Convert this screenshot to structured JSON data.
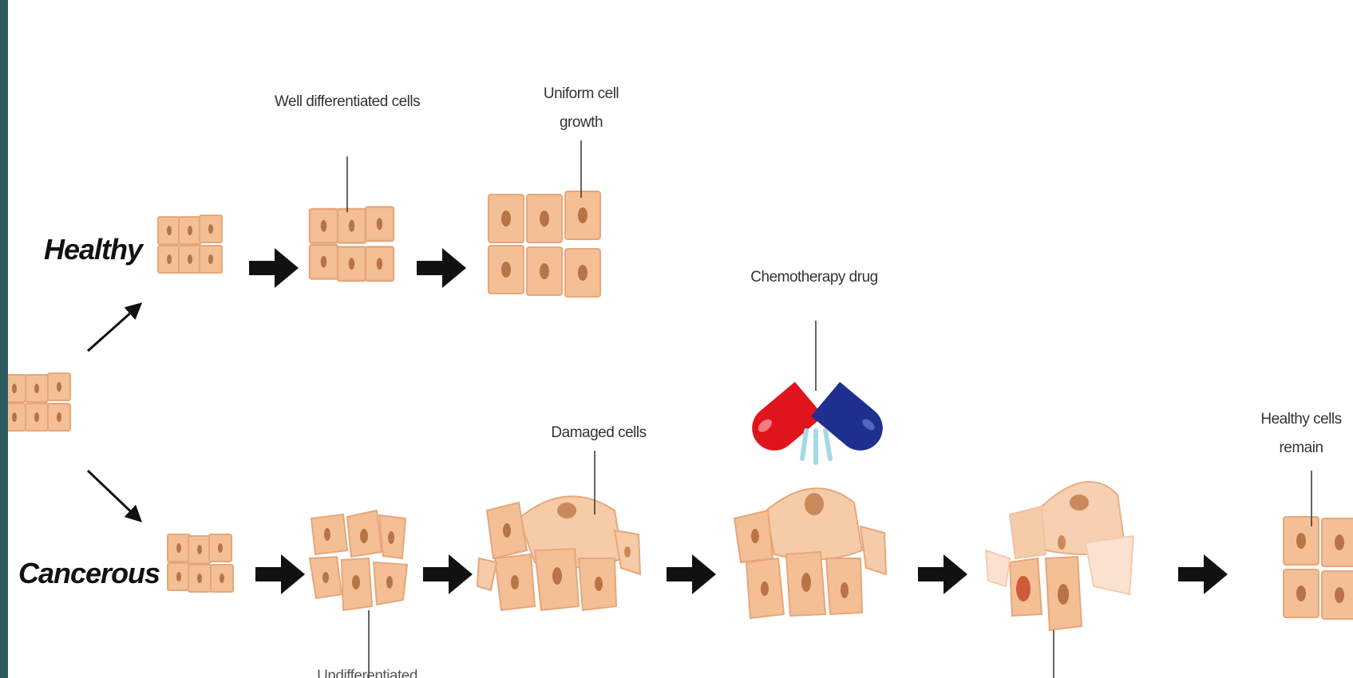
{
  "rows": {
    "healthy_label": "Healthy",
    "cancerous_label": "Cancerous"
  },
  "callouts": {
    "well_differentiated": "Well differentiated cells",
    "uniform_growth": "Uniform cell growth",
    "chemo_drug": "Chemotherapy drug",
    "damaged_cells": "Damaged cells",
    "healthy_remain": "Healthy cells remain",
    "bottom_cutoff": "Undifferentiated"
  },
  "colors": {
    "cell_fill": "#f4bf95",
    "cell_stroke": "#e09c6a",
    "nucleus": "#b77447",
    "damaged_fill": "#f6cba8",
    "arrow": "#111111",
    "pill_red": "#e0141c",
    "pill_blue": "#1f2f8f",
    "frame": "#2d5a5f"
  },
  "icons": [
    "arrow-right-icon",
    "diagonal-arrow-icon",
    "chemotherapy-pill-icon"
  ]
}
